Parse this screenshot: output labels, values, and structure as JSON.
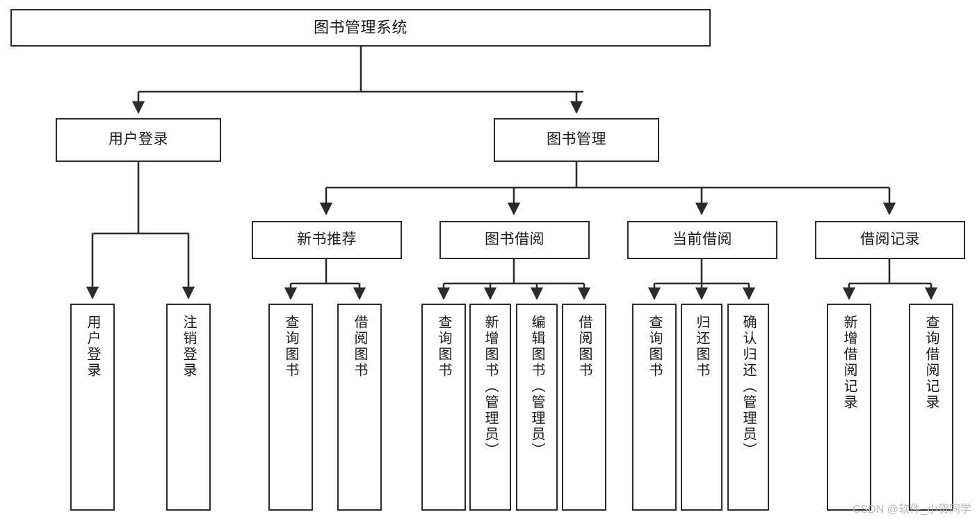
{
  "diagram": {
    "type": "tree-hierarchy",
    "title": "图书管理系统",
    "colors": {
      "border": "#2b2b2b",
      "background": "#ffffff",
      "text": "#1a1a1a",
      "connector": "#2b2b2b",
      "watermark": "#b9b9b9"
    },
    "root": {
      "id": "root",
      "label": "图书管理系统"
    },
    "level1": [
      {
        "id": "user-login",
        "label": "用户登录"
      },
      {
        "id": "book-manage",
        "label": "图书管理"
      }
    ],
    "level2": [
      {
        "id": "new-book-recommend",
        "label": "新书推荐",
        "parent": "book-manage"
      },
      {
        "id": "book-borrow",
        "label": "图书借阅",
        "parent": "book-manage"
      },
      {
        "id": "current-borrow",
        "label": "当前借阅",
        "parent": "book-manage"
      },
      {
        "id": "borrow-record",
        "label": "借阅记录",
        "parent": "book-manage"
      }
    ],
    "leaves": [
      {
        "id": "leaf-user-login",
        "label": "用户登录",
        "parent": "user-login"
      },
      {
        "id": "leaf-logout",
        "label": "注销登录",
        "parent": "user-login"
      },
      {
        "id": "leaf-query-book-1",
        "label": "查询图书",
        "parent": "new-book-recommend"
      },
      {
        "id": "leaf-borrow-book-1",
        "label": "借阅图书",
        "parent": "new-book-recommend"
      },
      {
        "id": "leaf-query-book-2",
        "label": "查询图书",
        "parent": "book-borrow"
      },
      {
        "id": "leaf-add-book",
        "label": "新增图书（管理员）",
        "parent": "book-borrow"
      },
      {
        "id": "leaf-edit-book",
        "label": "编辑图书（管理员）",
        "parent": "book-borrow"
      },
      {
        "id": "leaf-borrow-book-2",
        "label": "借阅图书",
        "parent": "book-borrow"
      },
      {
        "id": "leaf-query-book-3",
        "label": "查询图书",
        "parent": "current-borrow"
      },
      {
        "id": "leaf-return-book",
        "label": "归还图书",
        "parent": "current-borrow"
      },
      {
        "id": "leaf-confirm-return",
        "label": "确认归还（管理员）",
        "parent": "current-borrow"
      },
      {
        "id": "leaf-add-record",
        "label": "新增借阅记录",
        "parent": "borrow-record"
      },
      {
        "id": "leaf-query-record",
        "label": "查询借阅记录",
        "parent": "borrow-record"
      }
    ]
  },
  "watermark": {
    "text": "CSDN @软件_小贺同学"
  }
}
